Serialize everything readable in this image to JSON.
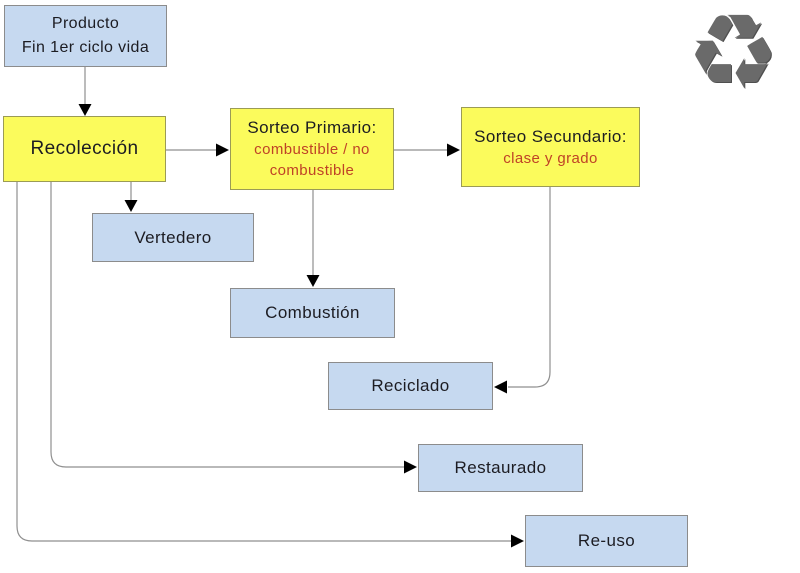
{
  "colors": {
    "process_fill": "#fbfb5c",
    "process_border": "#9b9b55",
    "item_fill": "#c6d9f0",
    "item_border": "#8c8c8c",
    "text_dark": "#1c1c22",
    "accent_red": "#bf4226",
    "connector": "#8f8f8f",
    "arrow": "#000000",
    "recycle_icon": "#6a6a6a",
    "background": "#ffffff"
  },
  "icons": {
    "recycle_glyph": "♻"
  },
  "nodes": {
    "producto": {
      "line1": "Producto",
      "line2": "Fin 1er ciclo vida"
    },
    "recoleccion": {
      "label": "Recolección"
    },
    "sorteo_primario": {
      "title": "Sorteo Primario:",
      "subtitle": "combustible / no combustible"
    },
    "sorteo_secundario": {
      "title": "Sorteo Secundario:",
      "subtitle": "clase y grado"
    },
    "vertedero": {
      "label": "Vertedero"
    },
    "combustion": {
      "label": "Combustión"
    },
    "reciclado": {
      "label": "Reciclado"
    },
    "restaurado": {
      "label": "Restaurado"
    },
    "reuso": {
      "label": "Re-uso"
    }
  },
  "edges": [
    {
      "from": "producto",
      "to": "recoleccion"
    },
    {
      "from": "recoleccion",
      "to": "sorteo_primario"
    },
    {
      "from": "sorteo_primario",
      "to": "sorteo_secundario"
    },
    {
      "from": "recoleccion",
      "to": "vertedero"
    },
    {
      "from": "sorteo_primario",
      "to": "combustion"
    },
    {
      "from": "sorteo_secundario",
      "to": "reciclado"
    },
    {
      "from": "recoleccion",
      "to": "restaurado"
    },
    {
      "from": "recoleccion",
      "to": "reuso"
    }
  ]
}
